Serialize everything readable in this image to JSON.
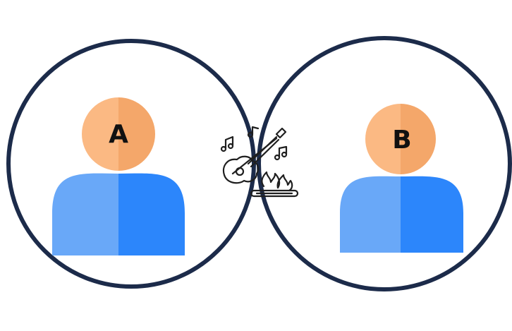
{
  "diagram": {
    "type": "venn",
    "sets": [
      {
        "id": "A",
        "label": "A",
        "icon": "person-icon"
      },
      {
        "id": "B",
        "label": "B",
        "icon": "person-icon"
      }
    ],
    "intersection": {
      "icon": "guitar-campfire-music-icon"
    }
  },
  "colors": {
    "outline": "#1c2b4a",
    "head_light": "#fbb983",
    "head_dark": "#f4a76a",
    "body_light": "#69a8f8",
    "body_dark": "#2c86fb",
    "icon_stroke": "#1f1f1f",
    "background": "#ffffff"
  }
}
